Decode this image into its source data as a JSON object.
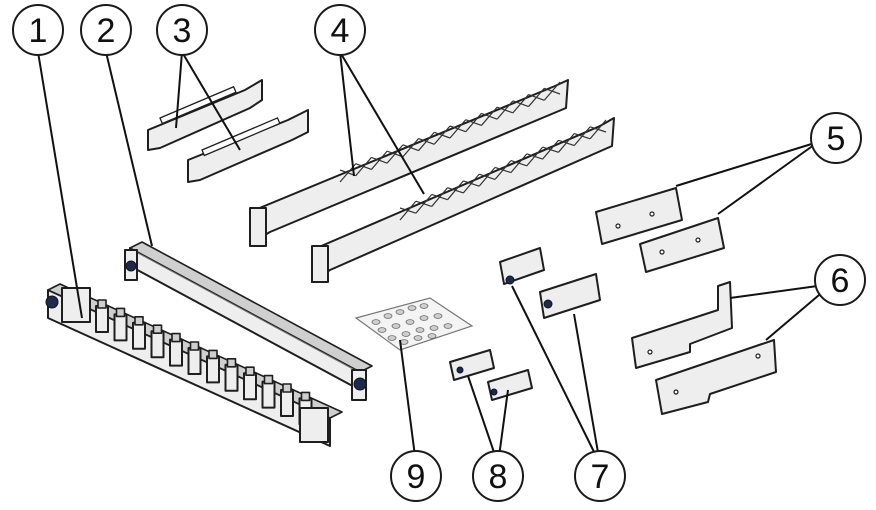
{
  "callouts": [
    {
      "label": "1"
    },
    {
      "label": "2"
    },
    {
      "label": "3"
    },
    {
      "label": "4"
    },
    {
      "label": "5"
    },
    {
      "label": "6"
    },
    {
      "label": "7"
    },
    {
      "label": "8"
    },
    {
      "label": "9"
    }
  ],
  "colors": {
    "outline": "#1e1e1e",
    "part_fill": "#eeeeee",
    "fastener_knob": "#1f2a4a"
  }
}
